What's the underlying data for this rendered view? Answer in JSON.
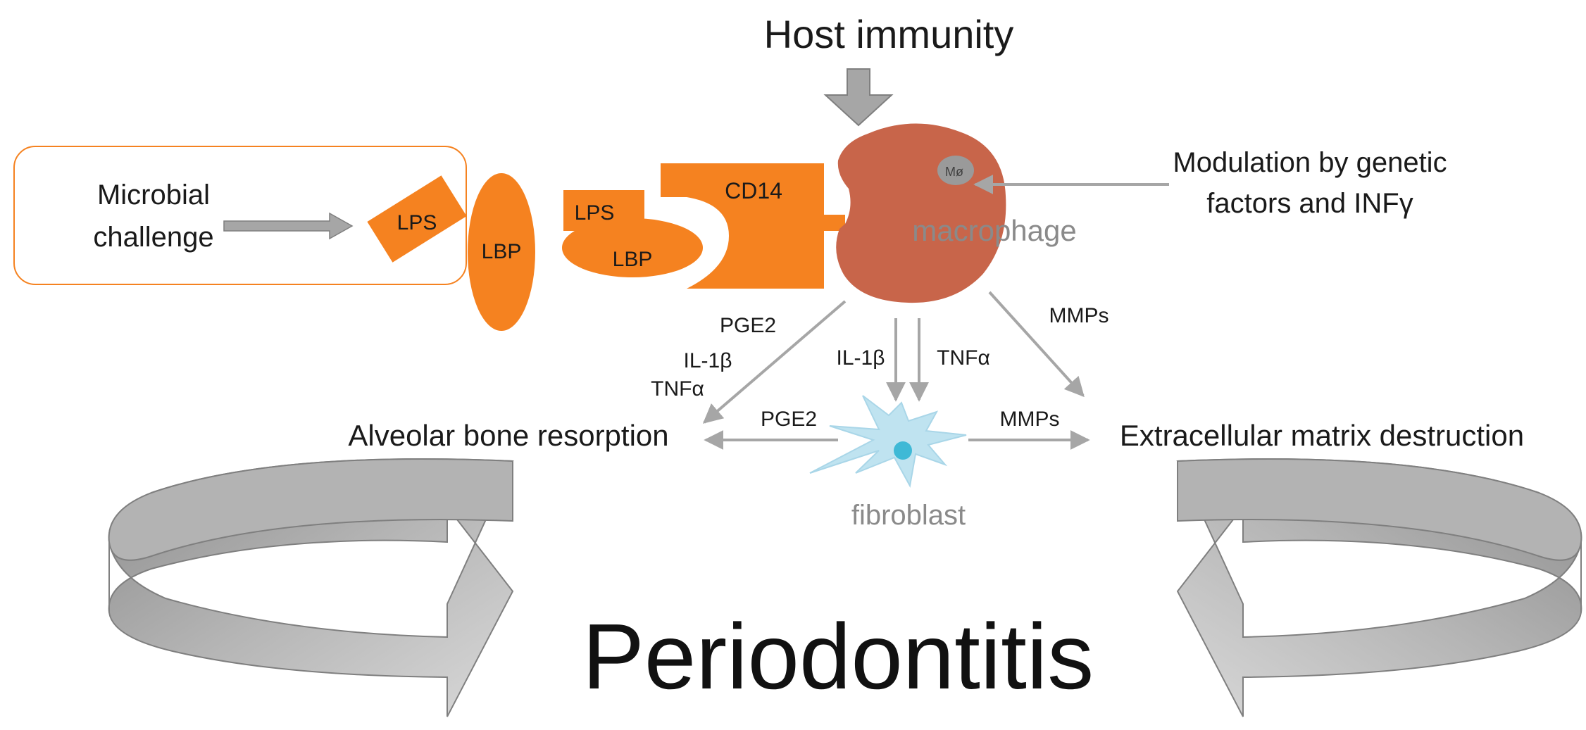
{
  "title": "Host immunity",
  "microbial_challenge": {
    "line1": "Microbial",
    "line2": "challenge"
  },
  "molecules": {
    "lps_free": "LPS",
    "lbp_free": "LBP",
    "lps_bound": "LPS",
    "lbp_bound": "LBP",
    "cd14": "CD14"
  },
  "macrophage": {
    "label": "macrophage",
    "nucleus": "Mø"
  },
  "modulation": {
    "line1": "Modulation by genetic",
    "line2": "factors and INFγ"
  },
  "mediators": {
    "left_pge2": "PGE2",
    "left_il1b": "IL-1β",
    "left_tnfa": "TNFα",
    "center_il1b": "IL-1β",
    "center_tnfa": "TNFα",
    "right_mmps": "MMPs",
    "fib_pge2": "PGE2",
    "fib_mmps": "MMPs"
  },
  "outcomes": {
    "bone": "Alveolar bone resorption",
    "ecm": "Extracellular matrix destruction"
  },
  "fibroblast": {
    "label": "fibroblast"
  },
  "disease": "Periodontitis",
  "colors": {
    "orange": "#f58220",
    "macrophage": "#c8654a",
    "arrow_gray": "#a6a6a6",
    "dark_gray": "#808080",
    "fibroblast": "#bfe3f0"
  }
}
